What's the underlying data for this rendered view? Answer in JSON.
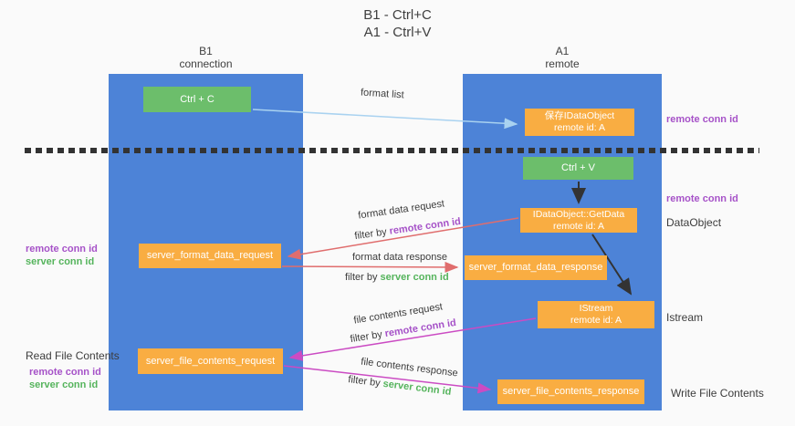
{
  "title": {
    "line1": "B1 - Ctrl+C",
    "line2": "A1 - Ctrl+V"
  },
  "columns": {
    "left": {
      "name": "B1",
      "role": "connection"
    },
    "right": {
      "name": "A1",
      "role": "remote"
    }
  },
  "boxes": {
    "ctrl_c": "Ctrl + C",
    "save_dataobject": {
      "line1": "保存IDataObject",
      "line2": "remote id: A"
    },
    "ctrl_v": "Ctrl + V",
    "getdata": {
      "line1": "IDataObject::GetData",
      "line2": "remote id: A"
    },
    "server_format_data_request": "server_format_data_request",
    "server_format_data_response": "server_format_data_response",
    "istream": {
      "line1": "IStream",
      "line2": "remote id: A"
    },
    "server_file_contents_request": "server_file_contents_request",
    "server_file_contents_response": "server_file_contents_response"
  },
  "arrow_labels": {
    "format_list": "format list",
    "format_data_request": "format data request",
    "format_data_request_filter": {
      "prefix": "filter by ",
      "highlight": "remote conn id"
    },
    "format_data_response": "format data response",
    "format_data_response_filter": {
      "prefix": "filter by ",
      "highlight": "server conn id"
    },
    "file_contents_request": "file contents request",
    "file_contents_request_filter": {
      "prefix": "filter by ",
      "highlight": "remote conn id"
    },
    "file_contents_response": "file contents response",
    "file_contents_response_filter": {
      "prefix": "filter by ",
      "highlight": "server conn id"
    }
  },
  "side_labels": {
    "right_remote_conn_id_1": "remote conn id",
    "right_remote_conn_id_2": "remote conn id",
    "dataobject": "DataObject",
    "istream": "Istream",
    "write_file_contents": "Write File Contents",
    "left_remote_conn_id_1": "remote conn id",
    "left_server_conn_id_1": "server conn id",
    "read_file_contents": "Read File Contents",
    "left_remote_conn_id_2": "remote conn id",
    "left_server_conn_id_2": "server conn id"
  },
  "colors": {
    "lifeline_blue": "#4d83d7",
    "box_green": "#6cbe6b",
    "box_orange": "#f9ad42",
    "arrow_light_blue": "#a9d2f0",
    "arrow_salmon": "#e06d6d",
    "arrow_magenta": "#cb4bc3",
    "arrow_black": "#333333",
    "text_purple": "#a652c8",
    "text_green": "#55b45c",
    "background": "#fafafa"
  }
}
